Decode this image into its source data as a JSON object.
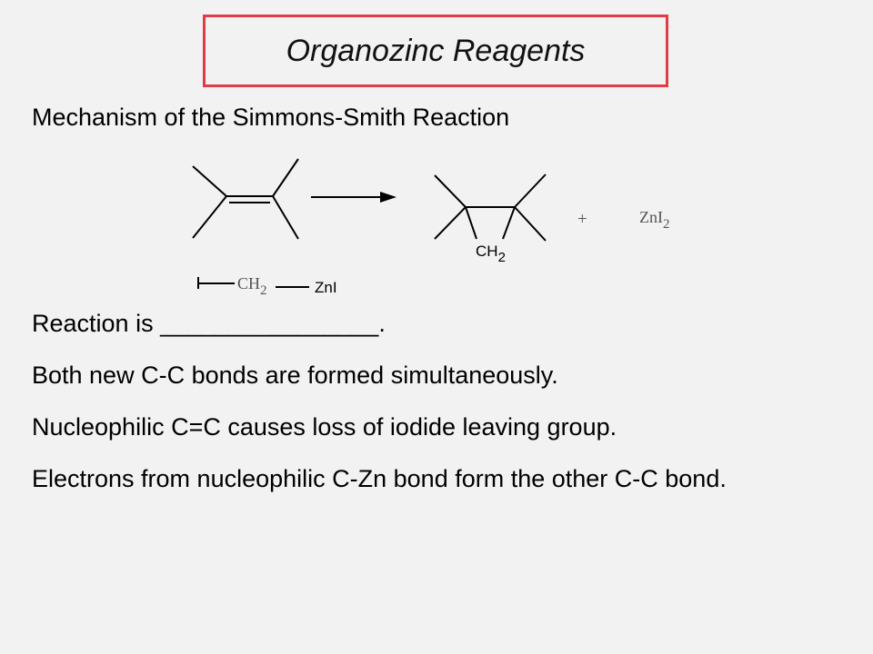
{
  "slide": {
    "title": "Organozinc Reagents",
    "subtitle": "Mechanism of the Simmons-Smith Reaction",
    "scheme": {
      "product_ch2_label": "CH",
      "product_ch2_sub": "2",
      "plus": "+",
      "byproduct": "ZnI",
      "byproduct_sub": "2",
      "reagent_ch2": "CH",
      "reagent_ch2_sub": "2",
      "reagent_zni": "ZnI"
    },
    "bullets": [
      "Reaction is ________________.",
      "Both new C-C bonds are formed simultaneously.",
      "Nucleophilic C=C causes loss of iodide leaving group.",
      "Electrons from nucleophilic C-Zn bond form the other C-C bond."
    ],
    "accent_color": "#e23b48"
  }
}
